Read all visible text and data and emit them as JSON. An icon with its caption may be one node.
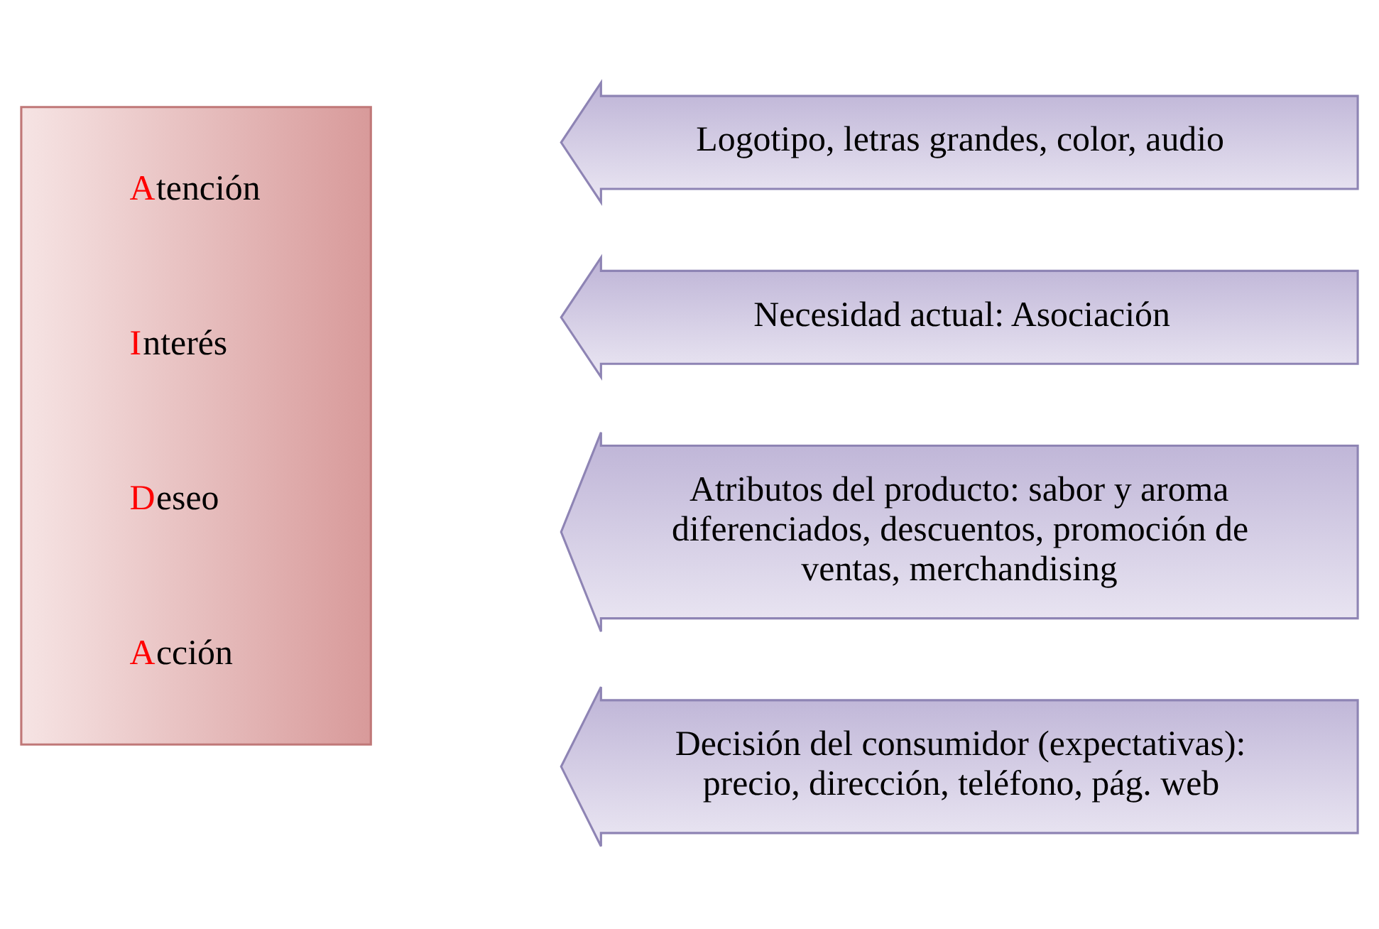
{
  "diagram": {
    "nodes": [
      {
        "text": [
          "Atención",
          "Interés",
          "Deseo",
          "Acción"
        ]
      },
      {
        "text": [
          "Logotipo, letras grandes, color, audio"
        ]
      },
      {
        "text": [
          "Necesidad actual: Asociación"
        ]
      },
      {
        "text": [
          "Atributos del producto: sabor y aroma diferenciados, descuentos, promoción de ventas, merchandising"
        ]
      },
      {
        "text": [
          "Decisión del consumidor (expectativas): precio, dirección, teléfono, pág. web"
        ]
      }
    ],
    "edges": []
  }
}
